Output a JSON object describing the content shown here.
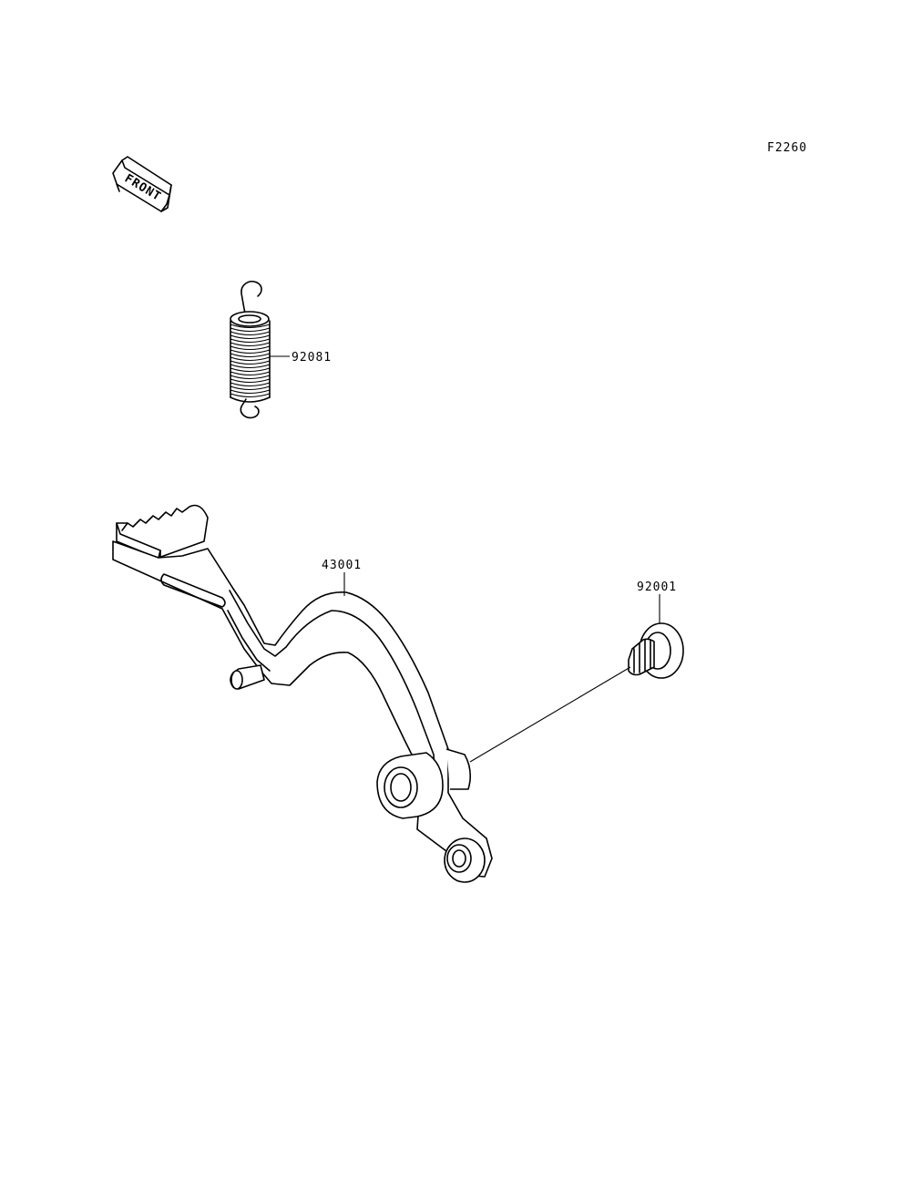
{
  "figure_code": "F2260",
  "front_arrow": {
    "text": "FRONT",
    "icon": "front-arrow-icon"
  },
  "parts": [
    {
      "number": "92081",
      "name_icon": "return-spring-icon"
    },
    {
      "number": "43001",
      "name_icon": "brake-pedal-icon"
    },
    {
      "number": "92001",
      "name_icon": "bolt-icon"
    }
  ]
}
